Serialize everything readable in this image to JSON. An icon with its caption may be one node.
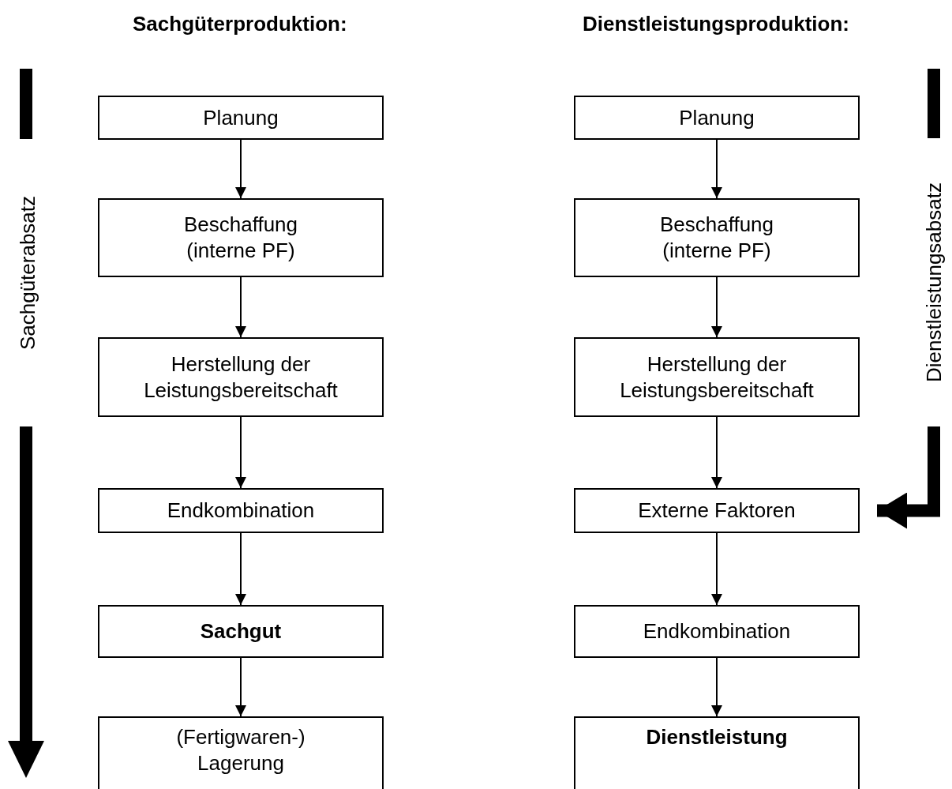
{
  "diagram": {
    "nodes": [
      {
        "text": [
          "Planung"
        ]
      },
      {
        "text": [
          "Beschaffung (interne PF)"
        ]
      },
      {
        "text": [
          "Herstellung der Leistungsbereitschaft"
        ]
      },
      {
        "text": [
          "Endkombination"
        ]
      },
      {
        "text": [
          "Sachgut"
        ]
      },
      {
        "text": [
          "(Fertigwaren-) Lagerung"
        ]
      },
      {
        "text": [
          "Planung"
        ]
      },
      {
        "text": [
          "Beschaffung (interne PF)"
        ]
      },
      {
        "text": [
          "Herstellung der Leistungsbereitschaft"
        ]
      },
      {
        "text": [
          "Externe Faktoren"
        ]
      },
      {
        "text": [
          "Endkombination"
        ]
      },
      {
        "text": [
          "Dienstleistung"
        ]
      }
    ],
    "edges": [
      {
        "from": 0,
        "to": 1,
        "arrow": "to"
      },
      {
        "from": 1,
        "to": 2,
        "arrow": "to"
      },
      {
        "from": 2,
        "to": 3,
        "arrow": "to"
      },
      {
        "from": 3,
        "to": 4,
        "arrow": "to"
      },
      {
        "from": 4,
        "to": 5,
        "arrow": "to"
      },
      {
        "from": 6,
        "to": 7,
        "arrow": "to"
      },
      {
        "from": 7,
        "to": 8,
        "arrow": "to"
      },
      {
        "from": 8,
        "to": 9,
        "arrow": "to"
      },
      {
        "from": 9,
        "to": 10,
        "arrow": "to"
      },
      {
        "from": 10,
        "to": 11,
        "arrow": "to"
      },
      {
        "from": null,
        "to": 9,
        "arrow": "to",
        "style": "thick"
      }
    ],
    "labels": [
      "Sachgüterproduktion:",
      "Dienstleistungsproduktion:",
      "Sachgüterabsatz",
      "Dienstleistungsabsatz"
    ]
  }
}
